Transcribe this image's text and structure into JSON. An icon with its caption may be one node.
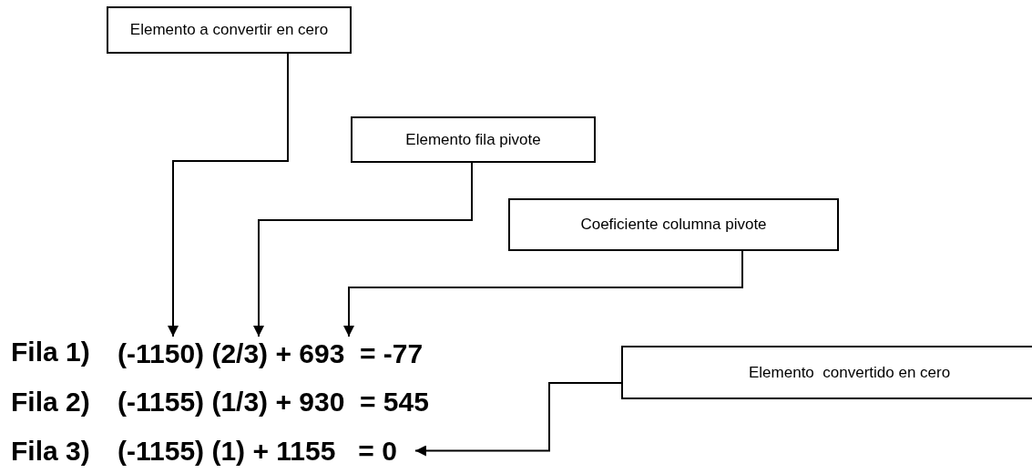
{
  "diagram": {
    "nodes": [
      {
        "text": [
          "Elemento a convertir en cero"
        ]
      },
      {
        "text": [
          "Elemento fila pivote"
        ]
      },
      {
        "text": [
          "Coeficiente columna pivote"
        ]
      },
      {
        "text": [
          "Elemento  convertido en cero"
        ]
      },
      {
        "text": [
          "(-1150) (2/3) + 693  = -77"
        ]
      },
      {
        "text": [
          "(-1155) (1) + 1155   = 0"
        ]
      }
    ],
    "edges": [
      {
        "from": 0,
        "to": 4,
        "arrow": "to"
      },
      {
        "from": 1,
        "to": 4,
        "arrow": "to"
      },
      {
        "from": 2,
        "to": 4,
        "arrow": "to"
      },
      {
        "from": 3,
        "to": 5,
        "arrow": "to"
      }
    ],
    "labels": [
      "Fila 1)",
      "Fila 2)",
      "(-1155) (1/3) + 930  = 545",
      "Fila 3)"
    ]
  }
}
